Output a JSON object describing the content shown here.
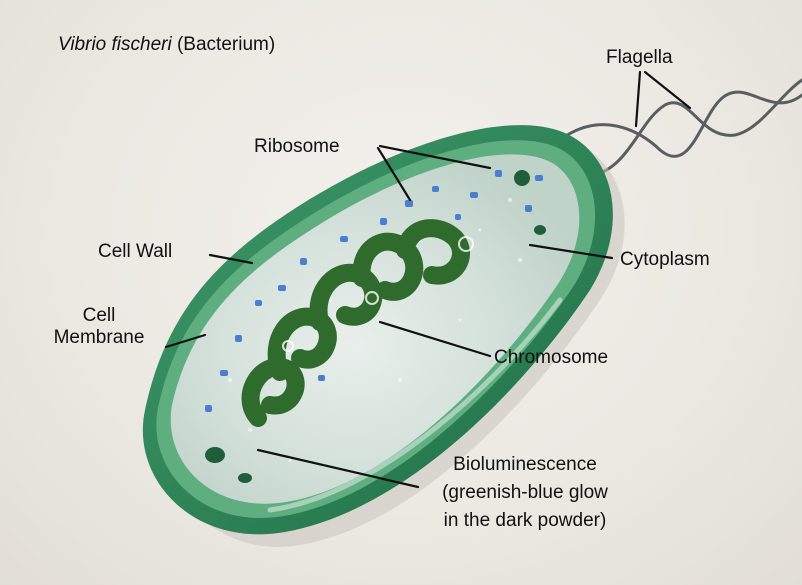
{
  "title": {
    "species": "Vibrio fischeri",
    "suffix": "(Bacterium)"
  },
  "labels": {
    "flagella": "Flagella",
    "ribosome": "Ribosome",
    "cell_wall": "Cell Wall",
    "cytoplasm": "Cytoplasm",
    "cell_membrane_line1": "Cell",
    "cell_membrane_line2": "Membrane",
    "chromosome": "Chromosome",
    "bioluminescence_line1": "Bioluminescence",
    "bioluminescence_line2": "(greenish-blue glow",
    "bioluminescence_line3": "in the dark powder)"
  },
  "colors": {
    "background": "#ece9e3",
    "outer_rim": "#2f8a5a",
    "inner_body": "#d6e2dc",
    "chromosome": "#2f6b2c",
    "ribosome": "#4a7fd0",
    "flagella": "#5a5e60",
    "leader_line": "#111111"
  }
}
